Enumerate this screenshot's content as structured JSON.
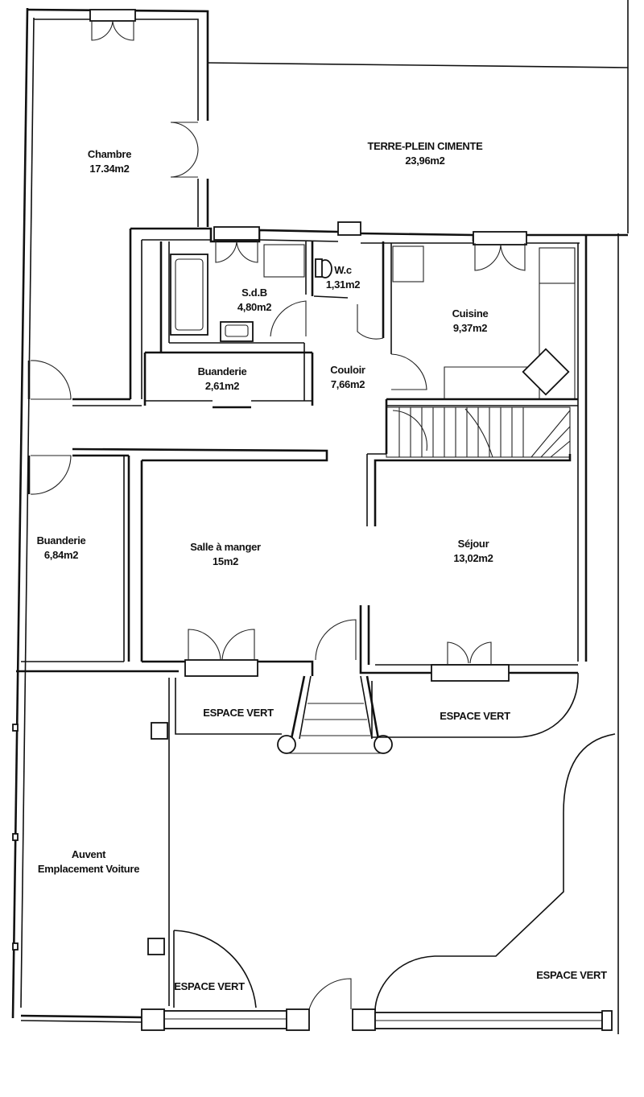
{
  "rooms": {
    "chambre": {
      "name": "Chambre",
      "area": "17.34m2"
    },
    "terre_plein": {
      "name": "TERRE-PLEIN CIMENTE",
      "area": "23,96m2"
    },
    "sdb": {
      "name": "S.d.B",
      "area": "4,80m2"
    },
    "wc": {
      "name": "W.c",
      "area": "1,31m2"
    },
    "cuisine": {
      "name": "Cuisine",
      "area": "9,37m2"
    },
    "buanderie_small": {
      "name": "Buanderie",
      "area": "2,61m2"
    },
    "couloir": {
      "name": "Couloir",
      "area": "7,66m2"
    },
    "buanderie_large": {
      "name": "Buanderie",
      "area": "6,84m2"
    },
    "salle_a_manger": {
      "name": "Salle à manger",
      "area": "15m2"
    },
    "sejour": {
      "name": "Séjour",
      "area": "13,02m2"
    },
    "auvent": {
      "name": "Auvent",
      "area": "Emplacement Voiture"
    }
  },
  "garden_labels": {
    "front_left": "ESPACE VERT",
    "front_right": "ESPACE VERT",
    "bottom_left": "ESPACE VERT",
    "bottom_right": "ESPACE VERT"
  }
}
